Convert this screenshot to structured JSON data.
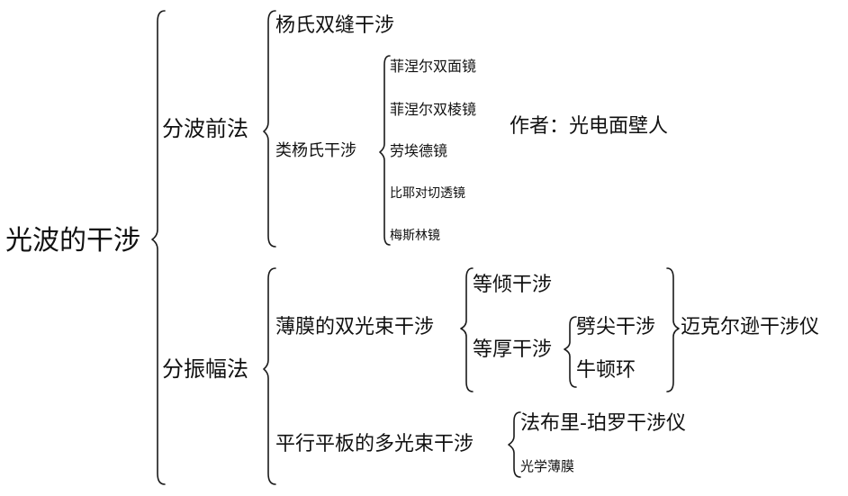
{
  "root": {
    "label": "光波的干涉"
  },
  "wavefront": {
    "label": "分波前法",
    "young": "杨氏双缝干涉",
    "young_like": {
      "label": "类杨氏干涉",
      "items": [
        "菲涅尔双面镜",
        "菲涅尔双棱镜",
        "劳埃德镜",
        "比耶对切透镜",
        "梅斯林镜"
      ]
    }
  },
  "amplitude": {
    "label": "分振幅法",
    "thin_film": {
      "label": "薄膜的双光束干涉",
      "equal_inclination": "等倾干涉",
      "equal_thickness": {
        "label": "等厚干涉",
        "items": [
          "劈尖干涉",
          "牛顿环"
        ]
      },
      "instrument": "迈克尔逊干涉仪"
    },
    "multi_beam": {
      "label": "平行平板的多光束干涉",
      "items": [
        "法布里-珀罗干涉仪",
        "光学薄膜"
      ]
    }
  },
  "author": "作者：光电面壁人"
}
